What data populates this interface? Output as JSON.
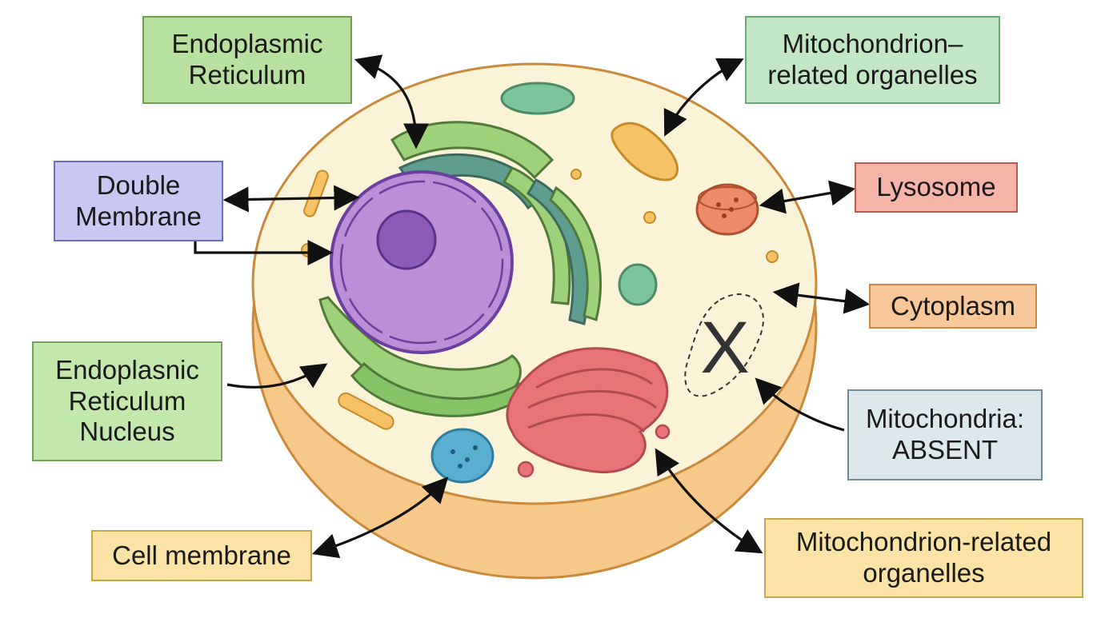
{
  "labels": {
    "er_top": [
      "Endoplasmic",
      "Reticulum"
    ],
    "mito_top": [
      "Mitochondrion–",
      "related organelles"
    ],
    "double_membrane": [
      "Double",
      "Membrane"
    ],
    "lysosome": [
      "Lysosome"
    ],
    "cytoplasm": [
      "Cytoplasm"
    ],
    "er_bottom": [
      "Endoplasnic",
      "Reticulum",
      "Nucleus"
    ],
    "mito_absent": [
      "Mitochondria:",
      "ABSENT"
    ],
    "cell_membrane": [
      "Cell membrane"
    ],
    "mito_bottom": [
      "Mitochondrion-related",
      "organelles"
    ]
  },
  "absent_mark": "X",
  "colors": {
    "cell_fill": "#faf3d8",
    "cell_rim": "#f6c98a",
    "cell_outline": "#c98a3c",
    "nucleus": "#b98fd8",
    "nucleolus": "#8a5cb8",
    "er_green": "#9fd07a",
    "er_teal": "#5f9e8f",
    "golgi": "#e8747a",
    "lysosome": "#ee8a68",
    "vesicle_blue": "#5aaed0",
    "mito_orange": "#f6c265",
    "mito_green": "#7cc59a",
    "arrow": "#111111"
  }
}
